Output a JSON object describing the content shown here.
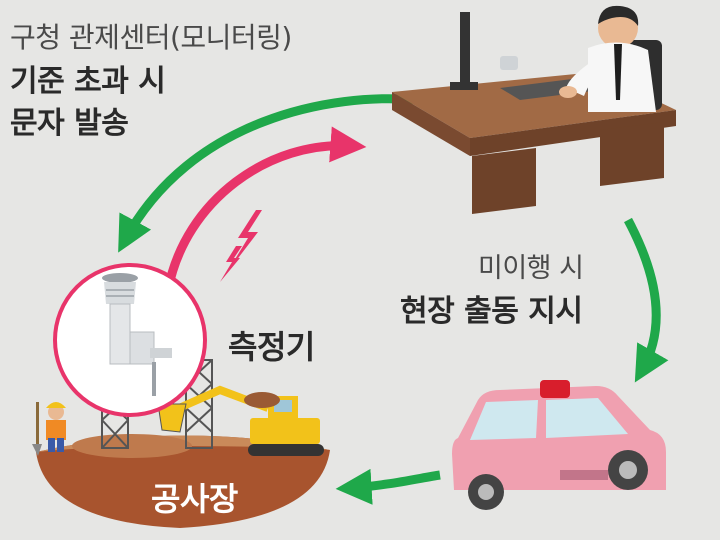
{
  "labels": {
    "control_center": "구청 관제센터(모니터링)",
    "condition_line1": "기준 초과 시",
    "condition_line2": "문자 발송",
    "noncompliance": "미이행 시",
    "dispatch_order": "현장 출동 지시",
    "meter": "측정기",
    "site": "공사장"
  },
  "colors": {
    "background": "#e6e6e4",
    "green_arrow": "#1fa84a",
    "pink_arrow": "#e8346a",
    "desk": "#8a5a3c",
    "site_ground": "#a8542e",
    "car_body": "#f0a0b0",
    "siren": "#d81e2c",
    "excavator": "#f2c21a"
  }
}
